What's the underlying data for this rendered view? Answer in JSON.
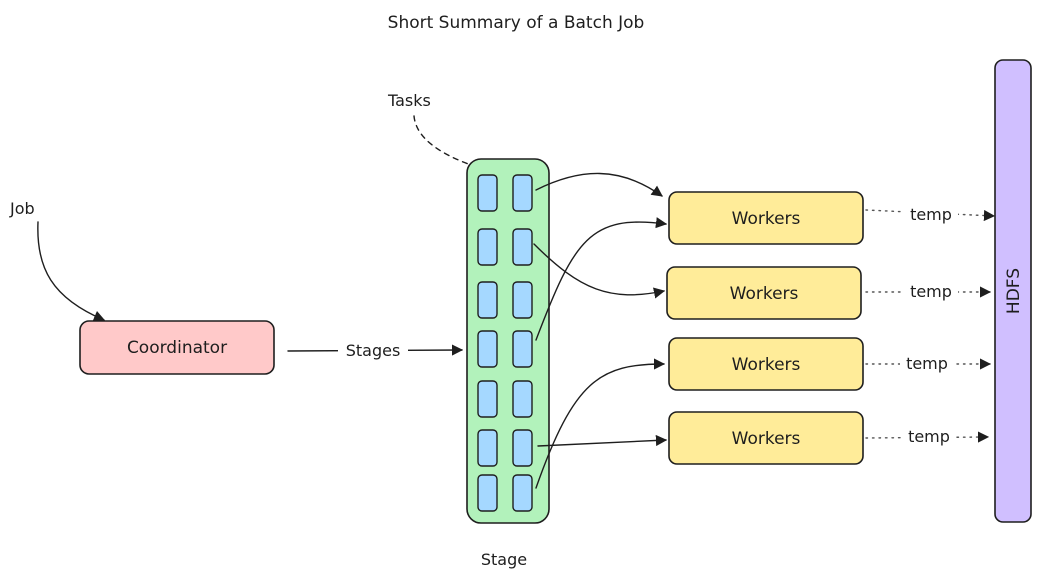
{
  "title": "Short Summary of a Batch Job",
  "labels": {
    "job": "Job",
    "tasks": "Tasks",
    "stages": "Stages",
    "stage": "Stage",
    "temp": "temp"
  },
  "nodes": {
    "coordinator": "Coordinator",
    "workers": [
      "Workers",
      "Workers",
      "Workers",
      "Workers"
    ],
    "hdfs": "HDFS"
  },
  "colors": {
    "coordinator_fill": "#ffc9c9",
    "stage_fill": "#b2f2bb",
    "task_fill": "#a5d8ff",
    "worker_fill": "#ffec99",
    "hdfs_fill": "#d0bfff",
    "stroke": "#1e1e1e"
  }
}
